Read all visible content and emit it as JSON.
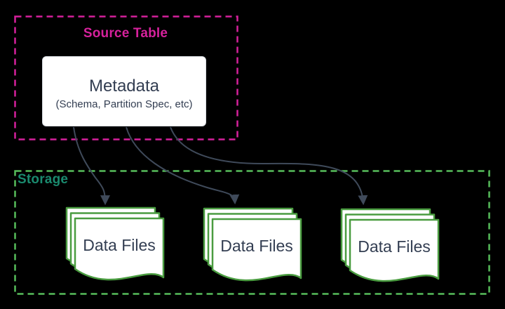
{
  "source_table": {
    "label": "Source Table",
    "accent_color": "#d6219c",
    "metadata_node": {
      "title": "Metadata",
      "subtitle": "(Schema, Partition Spec, etc)"
    }
  },
  "storage": {
    "label": "Storage",
    "label_color": "#1a8a6e",
    "border_color": "#57bd5b",
    "file_stroke_color": "#4a9c40",
    "stacks": [
      {
        "label": "Data Files"
      },
      {
        "label": "Data Files"
      },
      {
        "label": "Data Files"
      }
    ]
  },
  "colors": {
    "background": "#000000",
    "node_fill": "#ffffff",
    "node_text": "#333e52",
    "arrow": "#3f4a5a"
  }
}
